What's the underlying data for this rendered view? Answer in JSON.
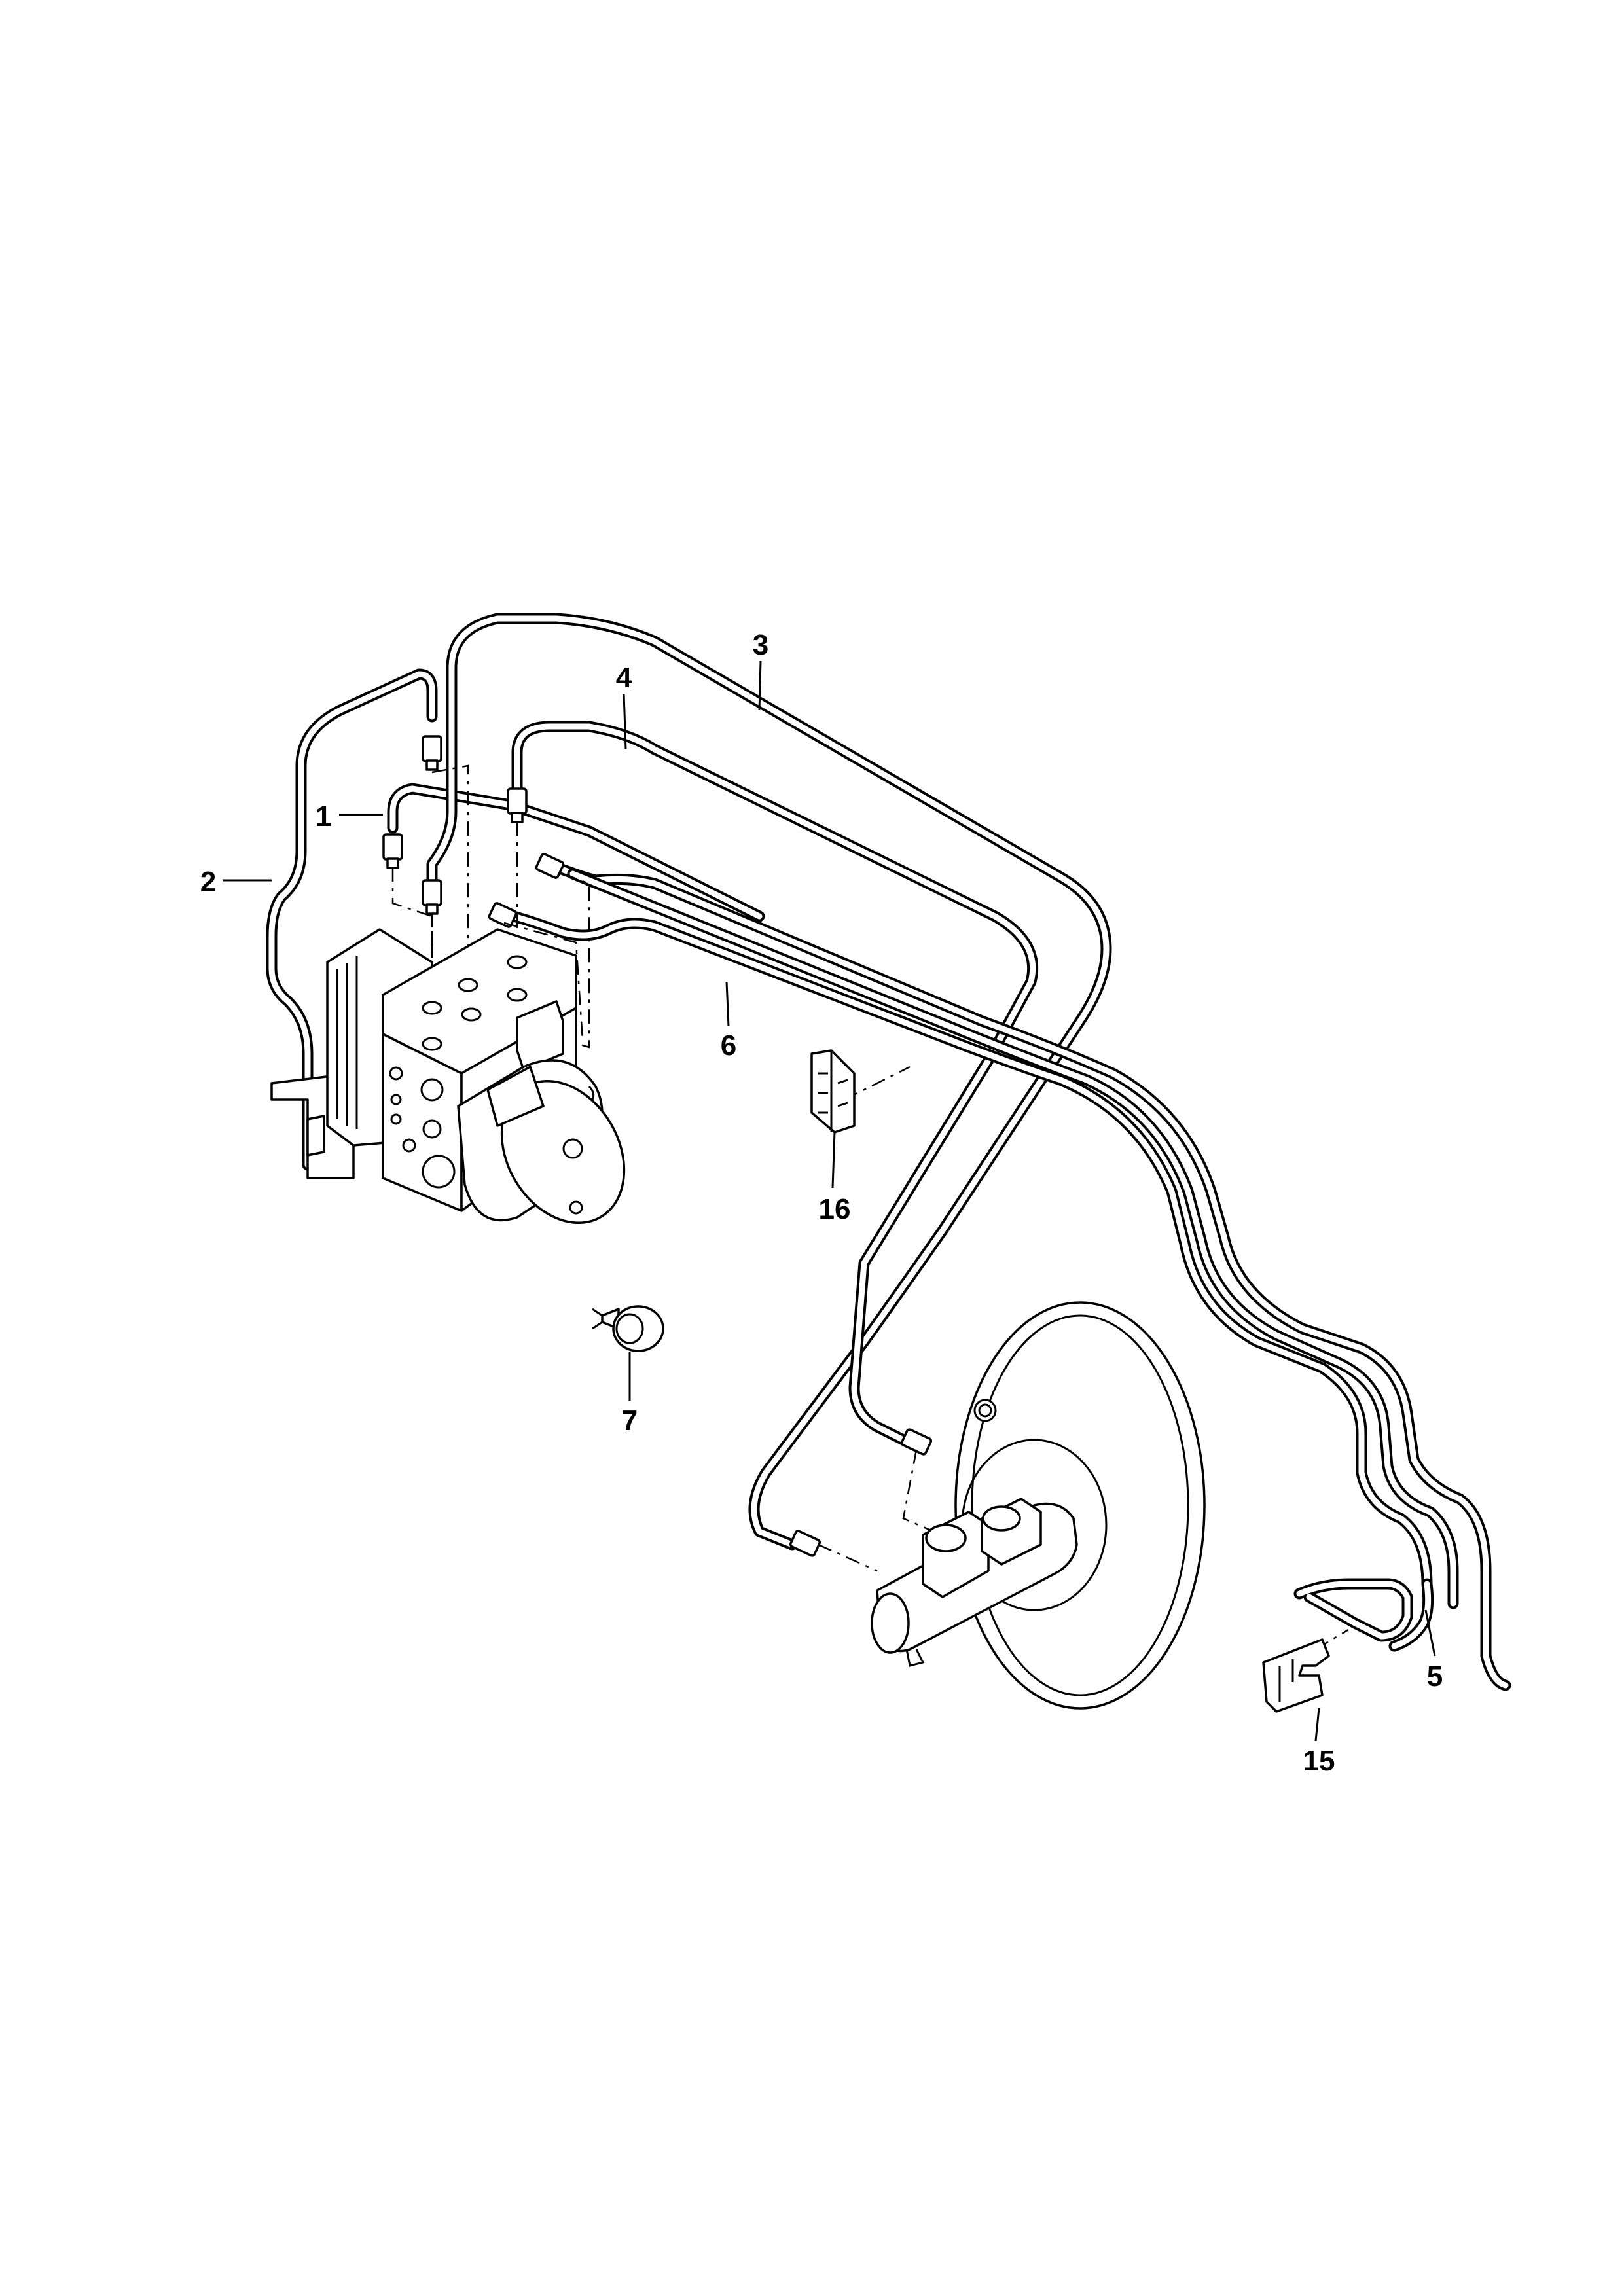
{
  "diagram": {
    "callouts": [
      {
        "id": "1",
        "label": "1"
      },
      {
        "id": "2",
        "label": "2"
      },
      {
        "id": "3",
        "label": "3"
      },
      {
        "id": "4",
        "label": "4"
      },
      {
        "id": "5",
        "label": "5"
      },
      {
        "id": "6",
        "label": "6"
      },
      {
        "id": "7",
        "label": "7"
      },
      {
        "id": "15",
        "label": "15"
      },
      {
        "id": "16",
        "label": "16"
      }
    ]
  }
}
